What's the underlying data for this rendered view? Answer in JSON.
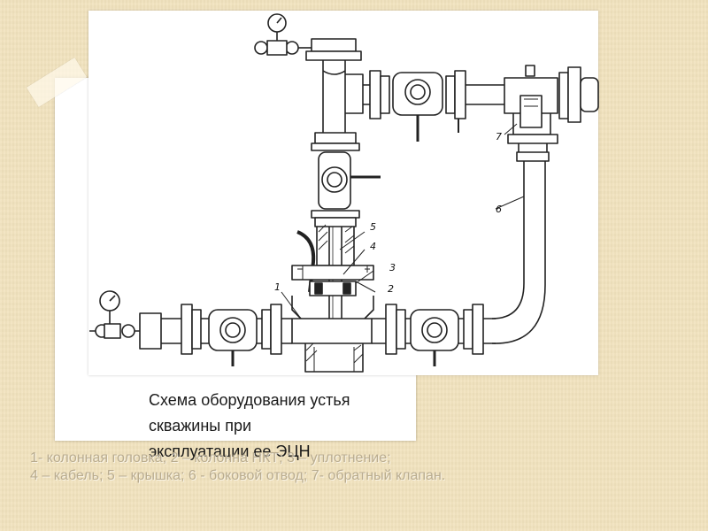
{
  "caption": {
    "line1": "Схема оборудования устья скважины при",
    "line2": "эксплуатации ее ЭЦН"
  },
  "legend": {
    "line1": "1- колонная головка; 2 – колонна НКТ;  3 – уплотнение;",
    "line2": "4 – кабель; 5 – крышка; 6 -  боковой отвод; 7-  обратный клапан."
  },
  "diagram_labels": [
    "1",
    "2",
    "3",
    "4",
    "5",
    "6",
    "7"
  ],
  "colors": {
    "background": "#f1e2bd",
    "line": "#222222",
    "legend_text": "#b9ac8f"
  }
}
